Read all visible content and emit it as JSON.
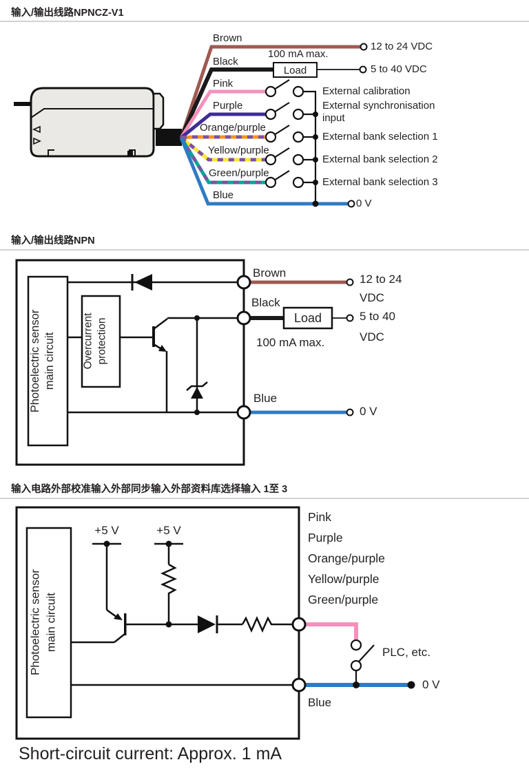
{
  "section1": {
    "title": "输入/输出线路NPNCZ-V1",
    "wires": {
      "brown": "Brown",
      "black": "Black",
      "pink": "Pink",
      "purple": "Purple",
      "orange_purple": "Orange/purple",
      "yellow_purple": "Yellow/purple",
      "green_purple": "Green/purple",
      "blue": "Blue"
    },
    "load": "Load",
    "max_current": "100 mA max.",
    "right": {
      "vdc1": "12 to 24 VDC",
      "vdc2": "5 to 40 VDC",
      "cal": "External calibration",
      "sync_l1": "External synchronisation",
      "sync_l2": "input",
      "bank1": "External bank selection 1",
      "bank2": "External bank selection 2",
      "bank3": "External bank selection 3",
      "zero": "0 V"
    }
  },
  "section2": {
    "title": "输入/输出线路NPN",
    "main_circuit_l1": "Photoelectric sensor",
    "main_circuit_l2": "main circuit",
    "overcurrent_l1": "Overcurrent",
    "overcurrent_l2": "protection",
    "brown": "Brown",
    "black": "Black",
    "blue": "Blue",
    "load": "Load",
    "max_current": "100 mA max.",
    "vdc1_l1": "12 to 24",
    "vdc1_l2": "VDC",
    "vdc2_l1": "5 to 40",
    "vdc2_l2": "VDC",
    "zero": "0 V"
  },
  "section3": {
    "title": "输入电路外部校准输入外部同步输入外部资料库选择输入 1至 3",
    "main_circuit_l1": "Photoelectric sensor",
    "main_circuit_l2": "main circuit",
    "v5a": "+5 V",
    "v5b": "+5 V",
    "wire_list": [
      "Pink",
      "Purple",
      "Orange/purple",
      "Yellow/purple",
      "Green/purple"
    ],
    "plc": "PLC, etc.",
    "zero": "0 V",
    "blue": "Blue",
    "caption": "Short-circuit current: Approx. 1 mA"
  },
  "colors": {
    "brown": "#9E5A52",
    "black": "#1a1a1a",
    "pink": "#F590BD",
    "purple": "#3D2E96",
    "orange": "#F7941E",
    "dash_purple": "#7C52A1",
    "yellow": "#FFE72E",
    "green": "#00A795",
    "blue": "#2F7BC4"
  }
}
